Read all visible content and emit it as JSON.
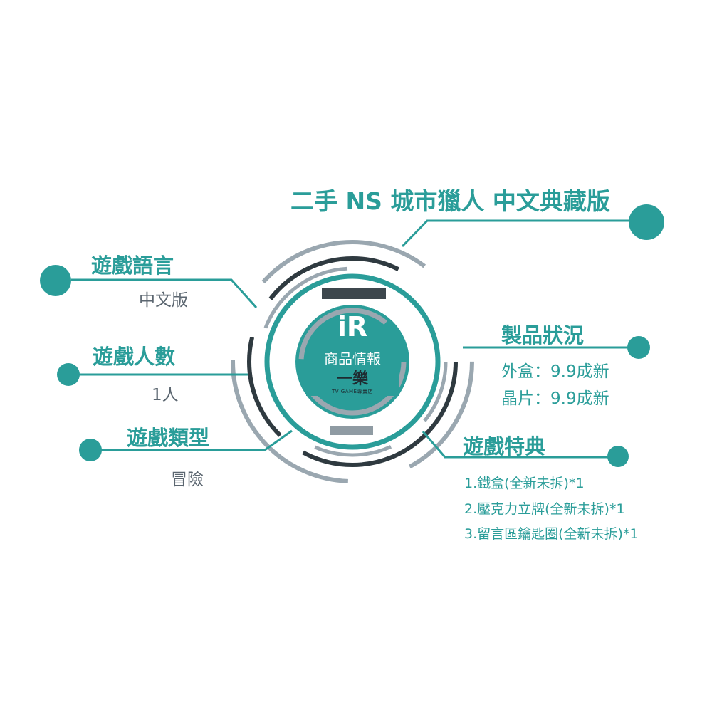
{
  "title": "二手 NS 城市獵人 中文典藏版",
  "center": {
    "logo": "iR",
    "label": "商品情報",
    "brand": "一樂",
    "brand_sub": "TV GAME專賣店"
  },
  "language": {
    "heading": "遊戲語言",
    "value": "中文版"
  },
  "players": {
    "heading": "遊戲人數",
    "value": "1人"
  },
  "genre": {
    "heading": "遊戲類型",
    "value": "冒險"
  },
  "condition": {
    "heading": "製品狀況",
    "items": [
      "外盒：9.9成新",
      "晶片：9.9成新"
    ]
  },
  "bonus": {
    "heading": "遊戲特典",
    "items": [
      "1.鐵盒(全新未拆)*1",
      "2.壓克力立牌(全新未拆)*1",
      "3.留言區鑰匙圈(全新未拆)*1"
    ]
  },
  "colors": {
    "teal": "#2a9d99",
    "dark": "#2f3a40",
    "gray": "#9aa7b0",
    "text_gray": "#5b6670"
  }
}
